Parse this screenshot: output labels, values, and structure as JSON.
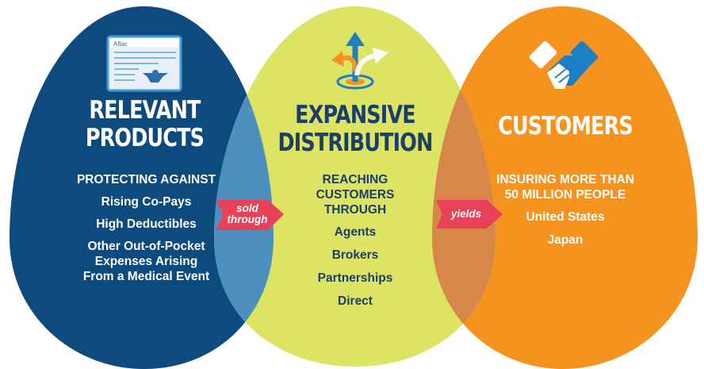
{
  "left": {
    "heading": [
      "RELEVANT",
      "PRODUCTS"
    ],
    "icon": "aflac-policy-card-icon",
    "icon_text": "Aflac",
    "subheading": "PROTECTING AGAINST",
    "items": [
      "Rising Co-Pays",
      "High Deductibles",
      "Other Out-of-Pocket",
      "Expenses Arising",
      "From a Medical Event"
    ],
    "color": "#0d4a7d"
  },
  "middle": {
    "heading": [
      "EXPANSIVE",
      "DISTRIBUTION"
    ],
    "icon": "diverging-arrows-target-icon",
    "subheading": [
      "REACHING",
      "CUSTOMERS",
      "THROUGH"
    ],
    "items": [
      "Agents",
      "Brokers",
      "Partnerships",
      "Direct"
    ],
    "color": "#dde363"
  },
  "right": {
    "heading": [
      "CUSTOMERS"
    ],
    "icon": "handshake-icon",
    "subheading": [
      "INSURING MORE THAN",
      "50 MILLION PEOPLE"
    ],
    "items": [
      "United States",
      "Japan"
    ],
    "color": "#f6921e"
  },
  "arrows": [
    {
      "label": [
        "sold",
        "through"
      ],
      "color": "#e84258"
    },
    {
      "label": [
        "yields"
      ],
      "color": "#e84258"
    }
  ]
}
